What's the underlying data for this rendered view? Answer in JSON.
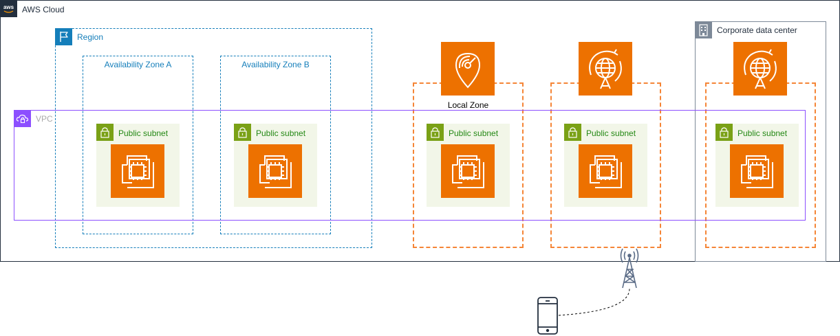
{
  "aws_cloud": {
    "label": "AWS Cloud"
  },
  "region": {
    "label": "Region"
  },
  "availability_zones": [
    {
      "label": "Availability Zone A"
    },
    {
      "label": "Availability Zone B"
    }
  ],
  "vpc": {
    "label": "VPC"
  },
  "local_zone": {
    "label": "Local Zone"
  },
  "corporate_data_center": {
    "label": "Corporate data center"
  },
  "subnets": [
    {
      "label": "Public subnet"
    },
    {
      "label": "Public subnet"
    },
    {
      "label": "Public subnet"
    },
    {
      "label": "Public subnet"
    },
    {
      "label": "Public subnet"
    }
  ],
  "colors": {
    "aws_cloud": "#232f3e",
    "region": "#147eba",
    "vpc": "#8c4fff",
    "subnet_bg": "#f2f6e8",
    "subnet_accent": "#7aa116",
    "compute": "#ed7100",
    "zone_dash": "#f58536",
    "corporate": "#7d8998"
  }
}
